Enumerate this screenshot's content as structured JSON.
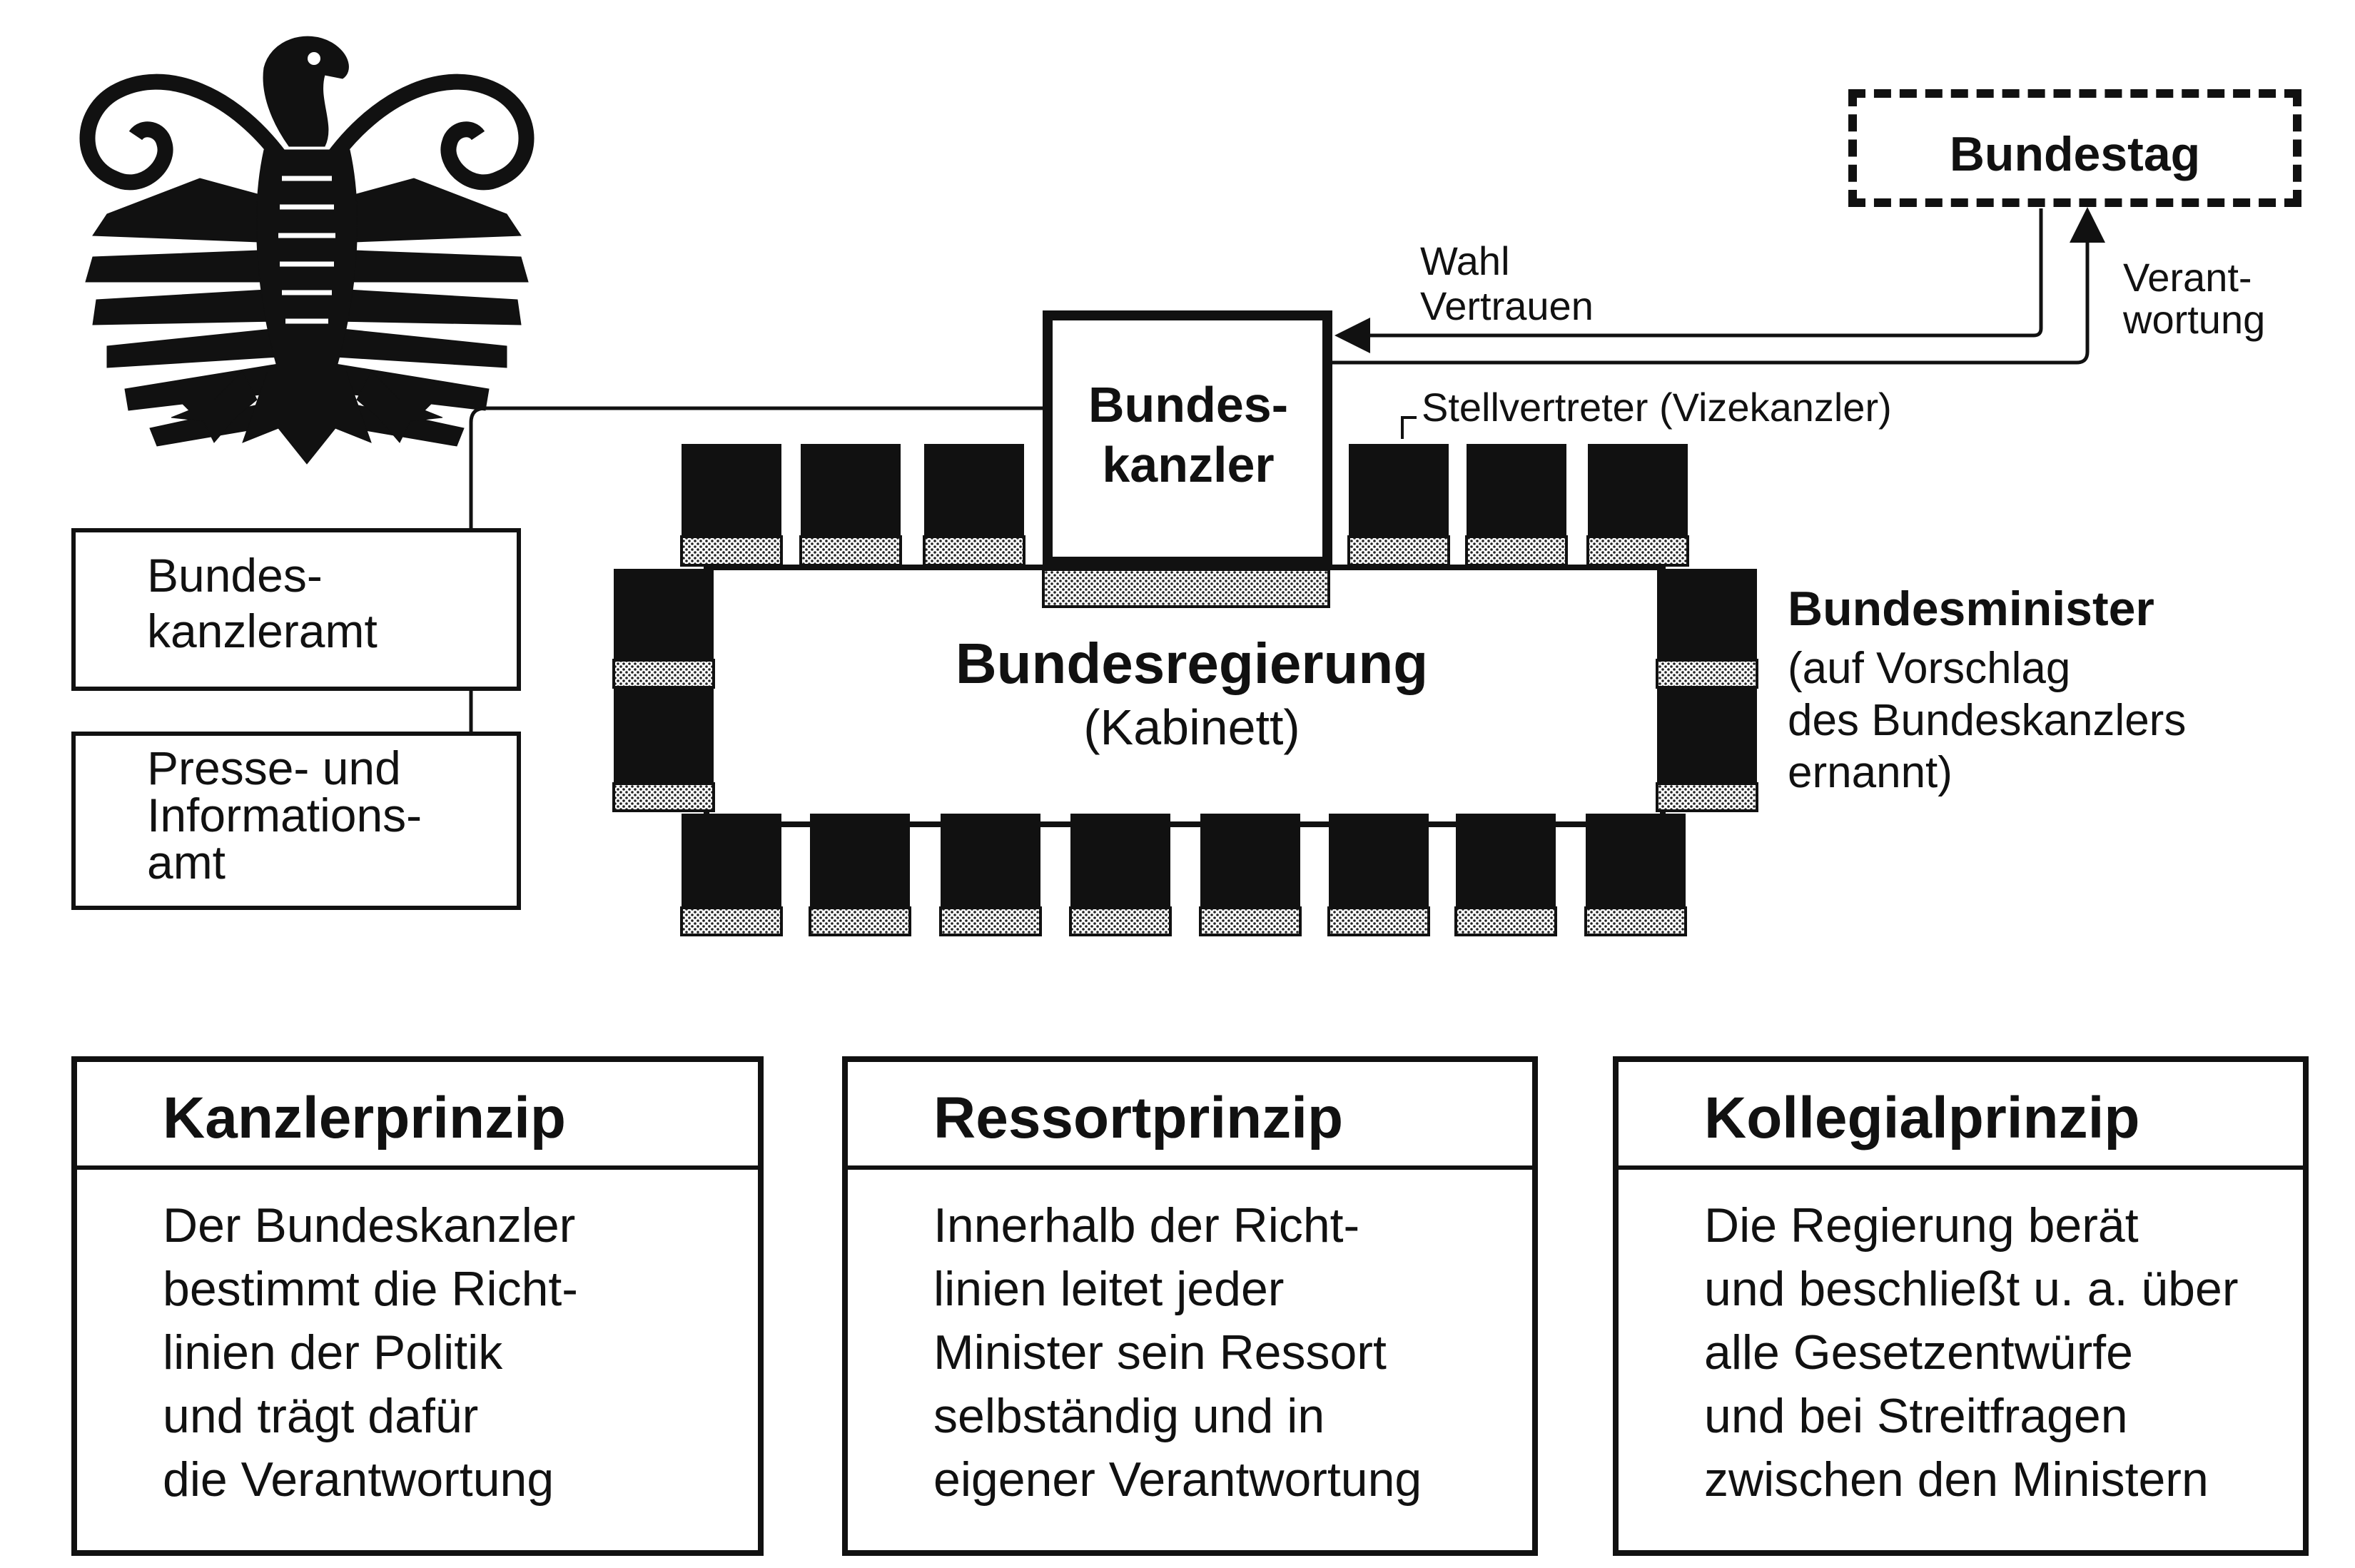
{
  "bundestag": {
    "label": "Bundestag"
  },
  "arrows": {
    "election_label": "Wahl\nVertrauen",
    "responsibility_label": "Verant-\nwortung"
  },
  "chancellor": {
    "label": "Bundes-\nkanzler"
  },
  "vice_chancellor_label": "Stellvertreter (Vizekanzler)",
  "chancellery": {
    "label": "Bundes-\nkanzleramt"
  },
  "press_office": {
    "label": "Presse- und\nInformations-\namt"
  },
  "cabinet": {
    "title": "Bundesregierung",
    "subtitle": "(Kabinett)"
  },
  "ministers": {
    "title": "Bundesminister",
    "note": "(auf Vorschlag\ndes Bundeskanzlers\nernannt)"
  },
  "principles": [
    {
      "title": "Kanzlerprinzip",
      "text": "Der Bundeskanzler\nbestimmt die Richt-\nlinien der Politik\nund trägt dafür\ndie Verantwortung"
    },
    {
      "title": "Ressortprinzip",
      "text": "Innerhalb der Richt-\nlinien leitet jeder\nMinister sein Ressort\nselbständig und in\neigener Verantwortung"
    },
    {
      "title": "Kollegialprinzip",
      "text": "Die Regierung berät\nund beschließt u. a. über\nalle Gesetzentwürfe\nund bei Streitfragen\nzwischen den Ministern"
    }
  ],
  "colors": {
    "ink": "#111111",
    "paper": "#ffffff",
    "arrow_accent": "#8a1f4a"
  },
  "icons": {
    "emblem": "federal-eagle-icon"
  }
}
